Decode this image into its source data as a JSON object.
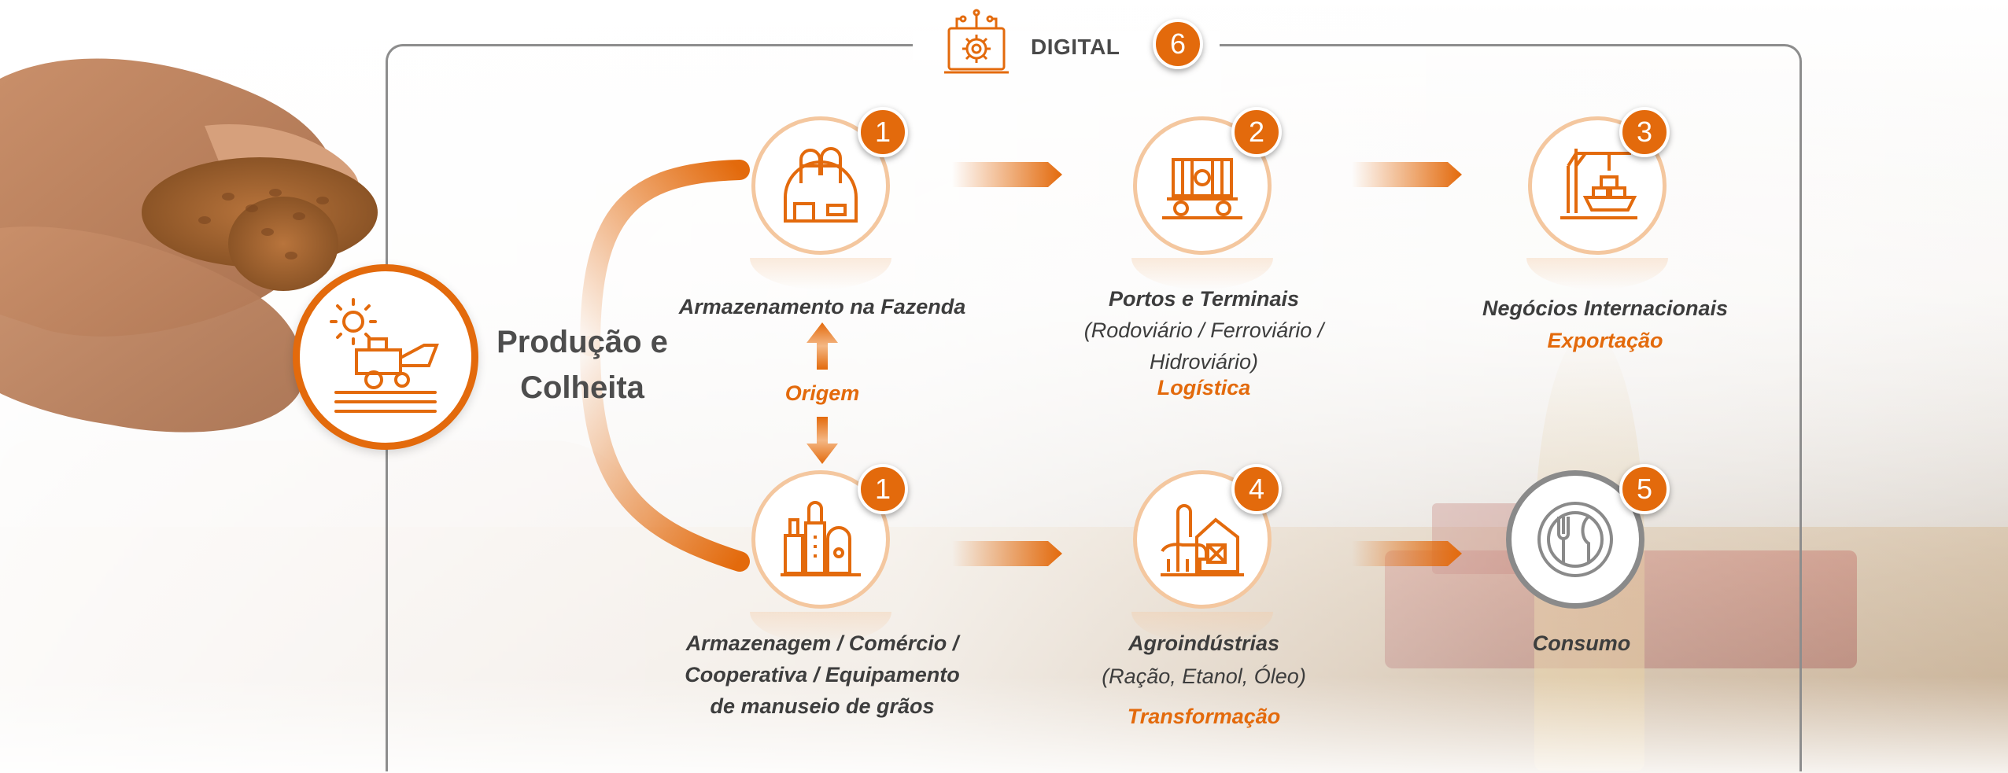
{
  "header": {
    "digital_label": "DIGITAL",
    "digital_step": "6"
  },
  "production": {
    "line1": "Produção e",
    "line2": "Colheita"
  },
  "origin_label": "Origem",
  "nodes": {
    "farm_storage": {
      "step": "1",
      "label": "Armazenamento na Fazenda",
      "icon": "silo-icon"
    },
    "ports": {
      "step": "2",
      "label": "Portos e Terminais",
      "detail1": "(Rodoviário / Ferroviário /",
      "detail2": "Hidroviário)",
      "category": "Logística",
      "icon": "rail-car-icon"
    },
    "international": {
      "step": "3",
      "label": "Negócios Internacionais",
      "category": "Exportação",
      "icon": "port-crane-icon"
    },
    "storage_trade": {
      "step": "1",
      "line1": "Armazenagem / Comércio /",
      "line2": "Cooperativa / Equipamento",
      "line3": "de manuseio de grãos",
      "icon": "grain-elevator-icon"
    },
    "agroindustry": {
      "step": "4",
      "label": "Agroindústrias",
      "detail": "(Ração, Etanol, Óleo)",
      "category": "Transformação",
      "icon": "farm-livestock-icon"
    },
    "consumption": {
      "step": "5",
      "label": "Consumo",
      "icon": "cutlery-icon"
    }
  },
  "colors": {
    "accent": "#e36a0c",
    "ring": "#f4c79f",
    "frame": "#8d8d8d",
    "text": "#3d3d3d",
    "consumption_ring": "#8a8a8a"
  }
}
